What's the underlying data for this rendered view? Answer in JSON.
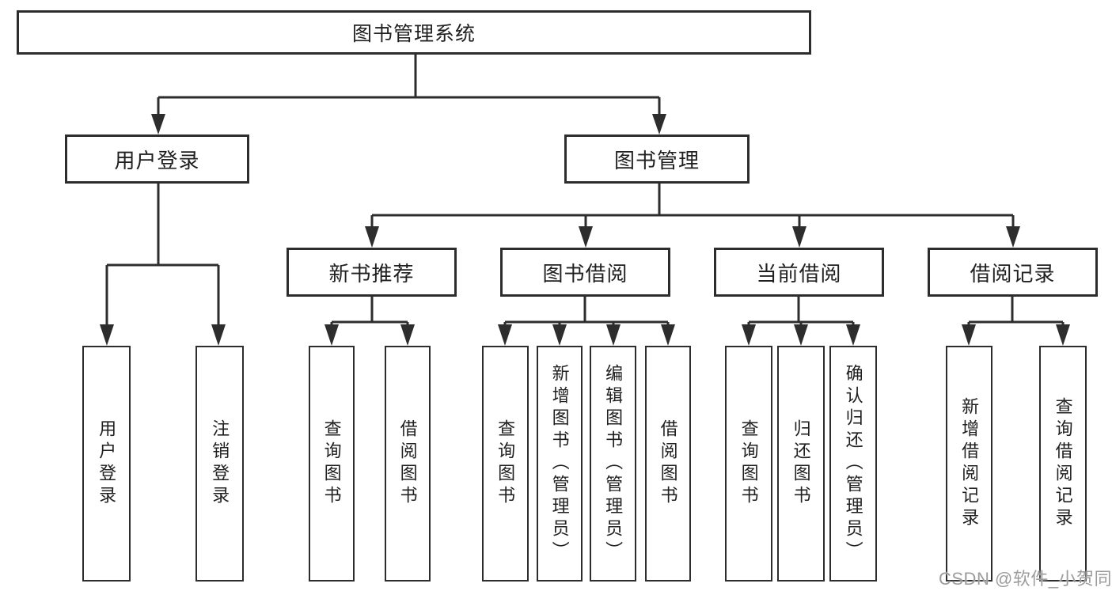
{
  "colors": {
    "line": "#2d2d2d",
    "text": "#202020",
    "watermark": "#9c9c9c",
    "background": "#ffffff"
  },
  "root": {
    "label": "图书管理系统"
  },
  "level2": {
    "userLogin": "用户登录",
    "bookManagement": "图书管理"
  },
  "level3": {
    "newBookRecommend": "新书推荐",
    "bookBorrow": "图书借阅",
    "currentBorrow": "当前借阅",
    "borrowRecord": "借阅记录"
  },
  "leaves": {
    "userLogin": "用户登录",
    "logout": "注销登录",
    "recQueryBook": "查询图书",
    "recBorrowBook": "借阅图书",
    "borrowQueryBook": "查询图书",
    "borrowAddBook": "新增图书（管理员）",
    "borrowEditBook": "编辑图书（管理员）",
    "borrowBorrowBook": "借阅图书",
    "currentQueryBook": "查询图书",
    "currentReturnBook": "归还图书",
    "currentConfirmReturn": "确认归还（管理员）",
    "recordAdd": "新增借阅记录",
    "recordQuery": "查询借阅记录"
  },
  "watermark": "CSDN @软件_小贺同学"
}
